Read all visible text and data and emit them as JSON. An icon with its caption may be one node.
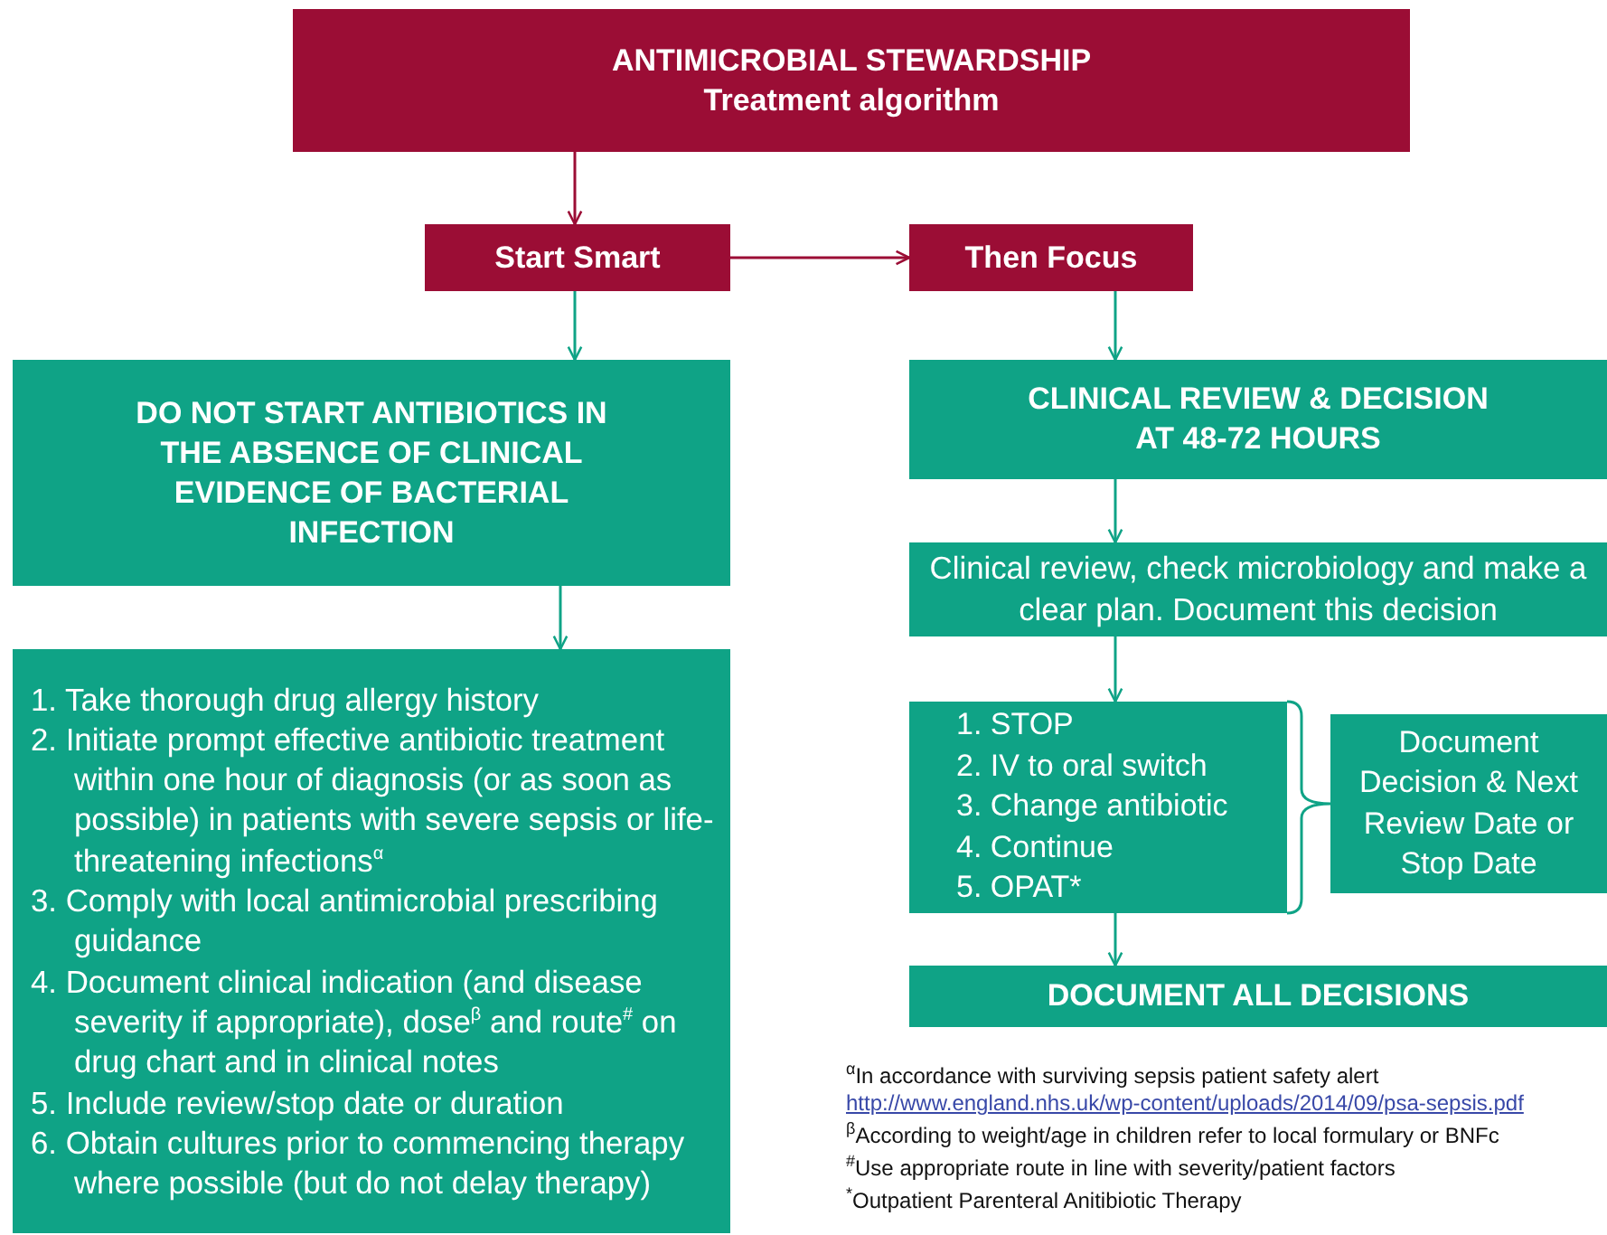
{
  "diagram": {
    "nodes": [
      {
        "text": [
          "ANTIMICROBIAL STEWARDSHIP",
          "Treatment algorithm"
        ]
      },
      {
        "text": [
          "Start Smart"
        ]
      },
      {
        "text": [
          "Then Focus"
        ]
      },
      {
        "text": [
          "DO NOT START ANTIBIOTICS IN THE ABSENCE OF CLINICAL EVIDENCE OF BACTERIAL INFECTION"
        ]
      },
      {
        "text": [
          "1. Take thorough drug allergy history",
          "2. Initiate prompt effective antibiotic treatment within one hour of diagnosis (or as soon as possible) in patients with severe sepsis or life-threatening infections$^{α}$",
          "3. Comply with local antimicrobial prescribing guidance",
          "4. Document clinical indication (and disease severity if appropriate), dose$^{β}$ and route$^{#}$ on drug chart and in clinical notes",
          "5. Include review/stop date or duration",
          "6. Obtain cultures prior to commencing therapy where possible (but do not delay therapy)"
        ]
      },
      {
        "text": [
          "CLINICAL REVIEW & DECISION AT 48-72 HOURS"
        ]
      },
      {
        "text": [
          "Clinical review, check microbiology and make a clear plan. Document this decision"
        ]
      },
      {
        "text": [
          "1. STOP",
          "2. IV to oral switch",
          "3. Change antibiotic",
          "4. Continue",
          "5. OPAT*"
        ]
      },
      {
        "text": [
          "Document Decision & Next Review Date or Stop Date"
        ]
      },
      {
        "text": [
          "DOCUMENT ALL DECISIONS"
        ]
      }
    ],
    "edges": [
      {
        "from": 0,
        "to": 1,
        "arrow": "to",
        "color": "#9b0d35"
      },
      {
        "from": 1,
        "to": 2,
        "arrow": "to",
        "color": "#9b0d35"
      },
      {
        "from": 1,
        "to": 3,
        "arrow": "to"
      },
      {
        "from": 3,
        "to": 4,
        "arrow": "to"
      },
      {
        "from": 2,
        "to": 5,
        "arrow": "to"
      },
      {
        "from": 5,
        "to": 6,
        "arrow": "to"
      },
      {
        "from": 6,
        "to": 7,
        "arrow": "to"
      },
      {
        "from": 7,
        "to": 9,
        "arrow": "to"
      },
      {
        "from": 7,
        "to": 8,
        "arrow": "none"
      }
    ],
    "labels": [
      "$^{α}$In accordance with surviving sepsis patient safety alert",
      "http://www.england.nhs.uk/wp-content/uploads/2014/09/psa-sepsis.pdf",
      "$^{β}$According to weight/age in children refer to local formulary or BNFc",
      "$^{#}$Use appropriate route in line with severity/patient factors",
      "$^{*}$Outpatient Parenteral Anitibiotic Therapy"
    ]
  }
}
